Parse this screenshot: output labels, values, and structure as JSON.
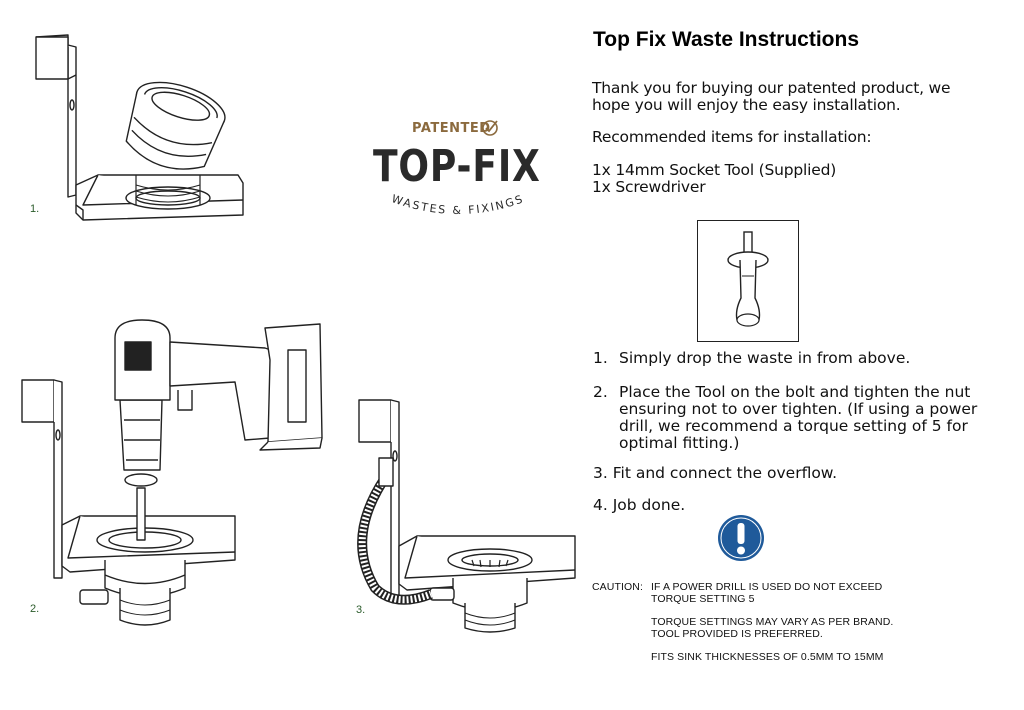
{
  "title": "Top Fix Waste Instructions",
  "intro": "Thank you for buying our patented product, we hope you will enjoy the easy installation.",
  "recommended_heading": "Recommended items for installation:",
  "items": [
    "1x 14mm Socket Tool (Supplied)",
    "1x Screwdriver"
  ],
  "steps": [
    {
      "num": "1.",
      "text": "Simply drop the waste in from above."
    },
    {
      "num": "2.",
      "text": "Place the Tool on the bolt and tighten the nut ensuring not to over tighten. (If using a power drill, we recommend a torque setting of 5 for optimal fitting.)"
    },
    {
      "num": "3.",
      "text": "Fit and connect the overflow."
    },
    {
      "num": "4.",
      "text": "Job done."
    }
  ],
  "caution": {
    "label": "CAUTION:",
    "line1": "IF A POWER DRILL IS USED DO NOT EXCEED",
    "line2": "TORQUE SETTING 5",
    "line3": "TORQUE SETTINGS MAY VARY AS PER BRAND.",
    "line4": "TOOL PROVIDED IS PREFERRED.",
    "line5": "FITS SINK THICKNESSES OF 0.5MM TO 15MM"
  },
  "logo": {
    "patented": "PATENTED",
    "main": "TOP-FIX",
    "tagline": "WASTES & FIXINGS",
    "brand_color": "#8b6a3e",
    "text_color": "#2a2a2a"
  },
  "figure_labels": {
    "fig1": "1.",
    "fig2": "2.",
    "fig3": "3."
  },
  "icons": {
    "info": "mandatory-action-icon",
    "info_color": "#1f5a9a"
  }
}
